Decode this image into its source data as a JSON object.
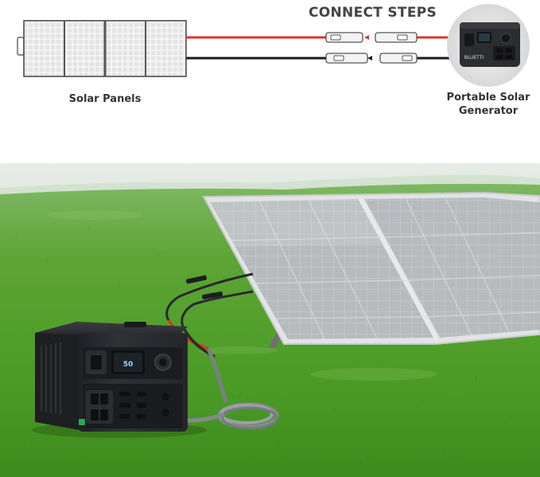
{
  "header": {
    "title": "CONNECT STEPS",
    "solar_panels_label": "Solar Panels",
    "generator_label": "Portable Solar Generator"
  },
  "product": {
    "brand": "BLUETTI",
    "screen_reading": "50"
  },
  "colors": {
    "cable_positive": "#e0352b",
    "cable_negative": "#1b1b1b",
    "grass": "#4e9a2c",
    "sky": "#f3f6f4",
    "panel_cells": "#bcbec0",
    "generator_body": "#2b2d31"
  }
}
